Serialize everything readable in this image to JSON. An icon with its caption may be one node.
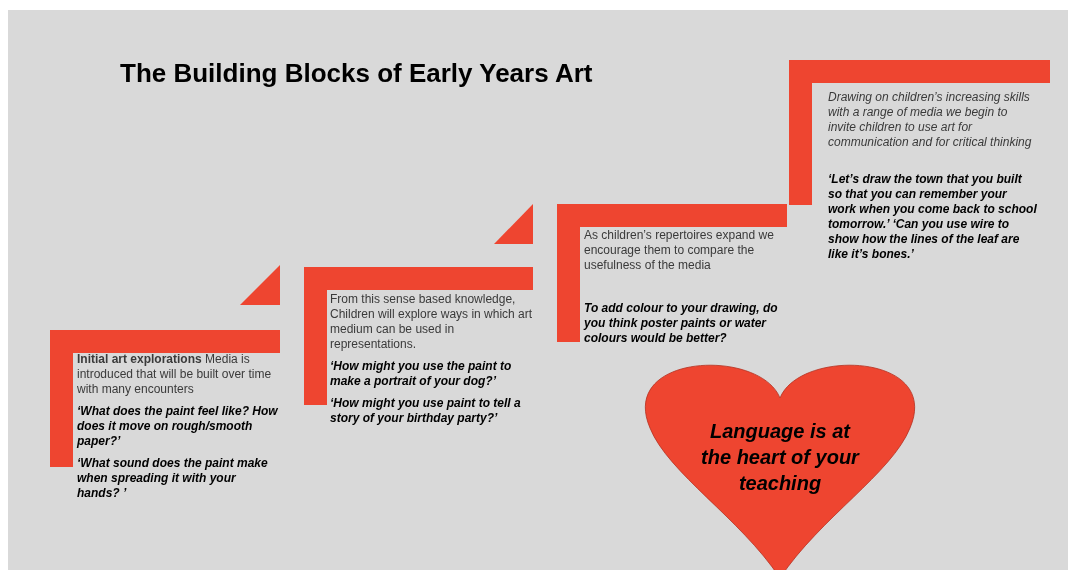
{
  "diagram": {
    "title": "The Building Blocks of Early Years Art",
    "nodes": [
      {
        "text": [
          "**Initial art explorations** Media is introduced that will be built over time with many encounters",
          "‘What does the paint feel like? How does it move on rough/smooth paper?’",
          "‘What sound does the paint make when spreading it with your hands? ’"
        ]
      },
      {
        "text": [
          "From this sense based knowledge, Children will explore ways in which art medium can be used in representations.",
          "‘How might you use the paint to make a portrait of your dog?’",
          "‘How might you use paint to tell a story of your birthday party?’"
        ]
      },
      {
        "text": [
          "As children’s repertoires expand we encourage them to compare the usefulness of the media",
          "To add colour to your drawing, do you think poster paints or water colours would be better?"
        ]
      },
      {
        "text": [
          "Drawing on children’s increasing skills with a range of media we begin to invite children to use art for communication and for critical thinking",
          "‘Let’s draw the town that you built so that you can remember your work when you come back to school tomorrow.’ ‘Can you use wire to show how the lines of the leaf are like it’s bones.’"
        ]
      },
      {
        "text": [
          "Language is at the heart of your teaching"
        ]
      }
    ]
  }
}
